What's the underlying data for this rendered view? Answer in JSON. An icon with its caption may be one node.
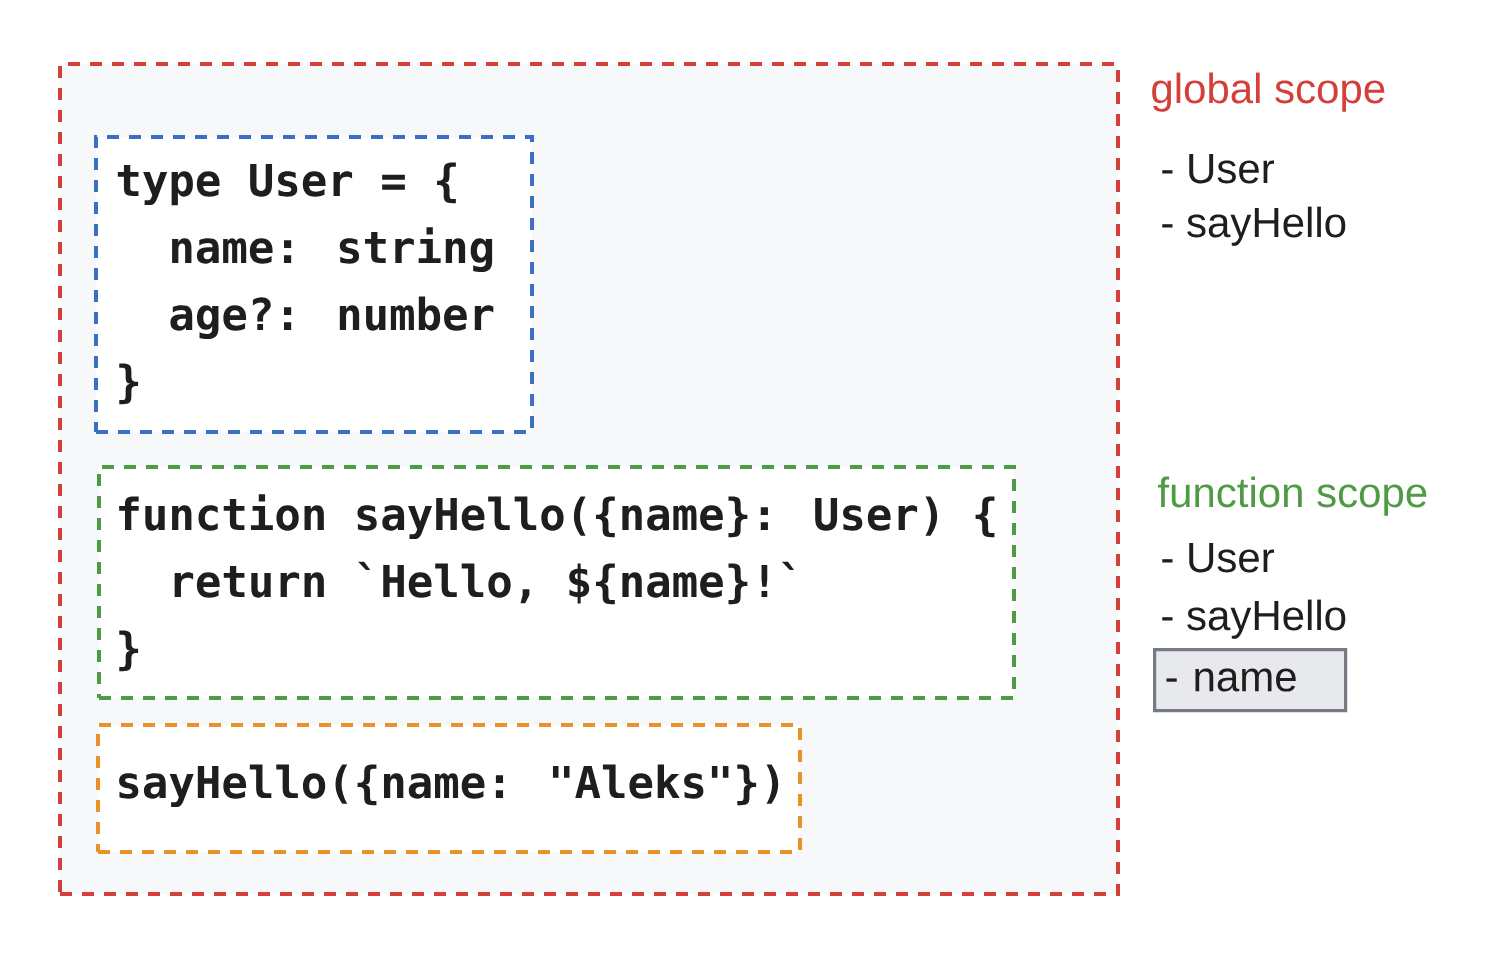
{
  "diagram": {
    "nodes": [
      {
        "text": [],
        "shape": "box"
      },
      {
        "text": [
          "type User = {",
          "name: string",
          "age?: number",
          "}"
        ],
        "in": 0
      },
      {
        "text": [
          "function sayHello({name}: User) {",
          "return `Hello, ${name}!`",
          "}"
        ],
        "in": 0
      },
      {
        "text": [
          "sayHello({name: \"Aleks\"})"
        ],
        "in": 0
      },
      {
        "text": [
          "- name"
        ]
      }
    ],
    "labels": [
      "global scope",
      "- User",
      "- sayHello",
      "function scope",
      "- User",
      "- sayHello"
    ]
  }
}
